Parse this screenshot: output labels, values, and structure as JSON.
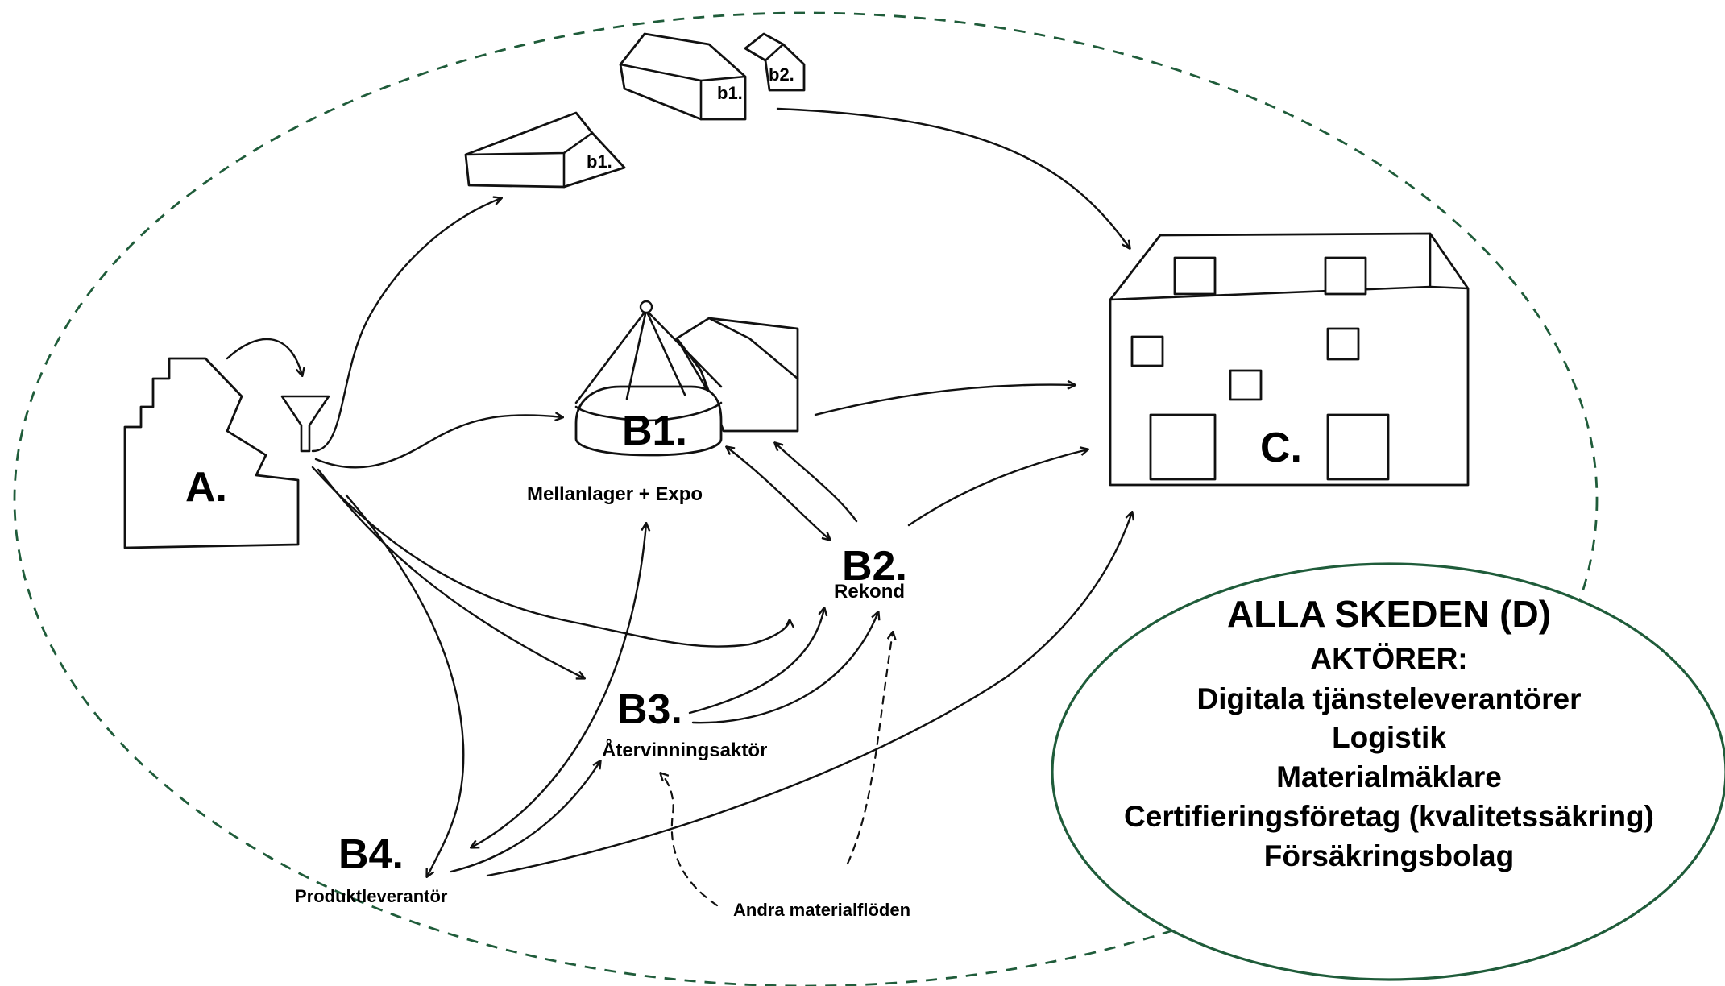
{
  "nodes": {
    "a": "A.",
    "b1": {
      "label": "B1.",
      "sub": "Mellanlager + Expo"
    },
    "b1_small_1": "b1.",
    "b1_small_2": "b1.",
    "b2_small": "b2.",
    "b2": {
      "label": "B2.",
      "sub": "Rekond"
    },
    "b3": {
      "label": "B3.",
      "sub": "Återvinningsaktör"
    },
    "b4": {
      "label": "B4.",
      "sub": "Produktleverantör"
    },
    "c": "C.",
    "other_flows": "Andra materialflöden"
  },
  "actors_box": {
    "title": "ALLA SKEDEN (D)",
    "subtitle": "AKTÖRER:",
    "items": [
      "Digitala tjänsteleverantörer",
      "Logistik",
      "Materialmäklare",
      "Certifieringsföretag (kvalitetssäkring)",
      "Försäkringsbolag"
    ]
  },
  "colors": {
    "outer_boundary": "#1f5c3a",
    "actors_ellipse": "#1f5c3a",
    "line": "#111111"
  }
}
